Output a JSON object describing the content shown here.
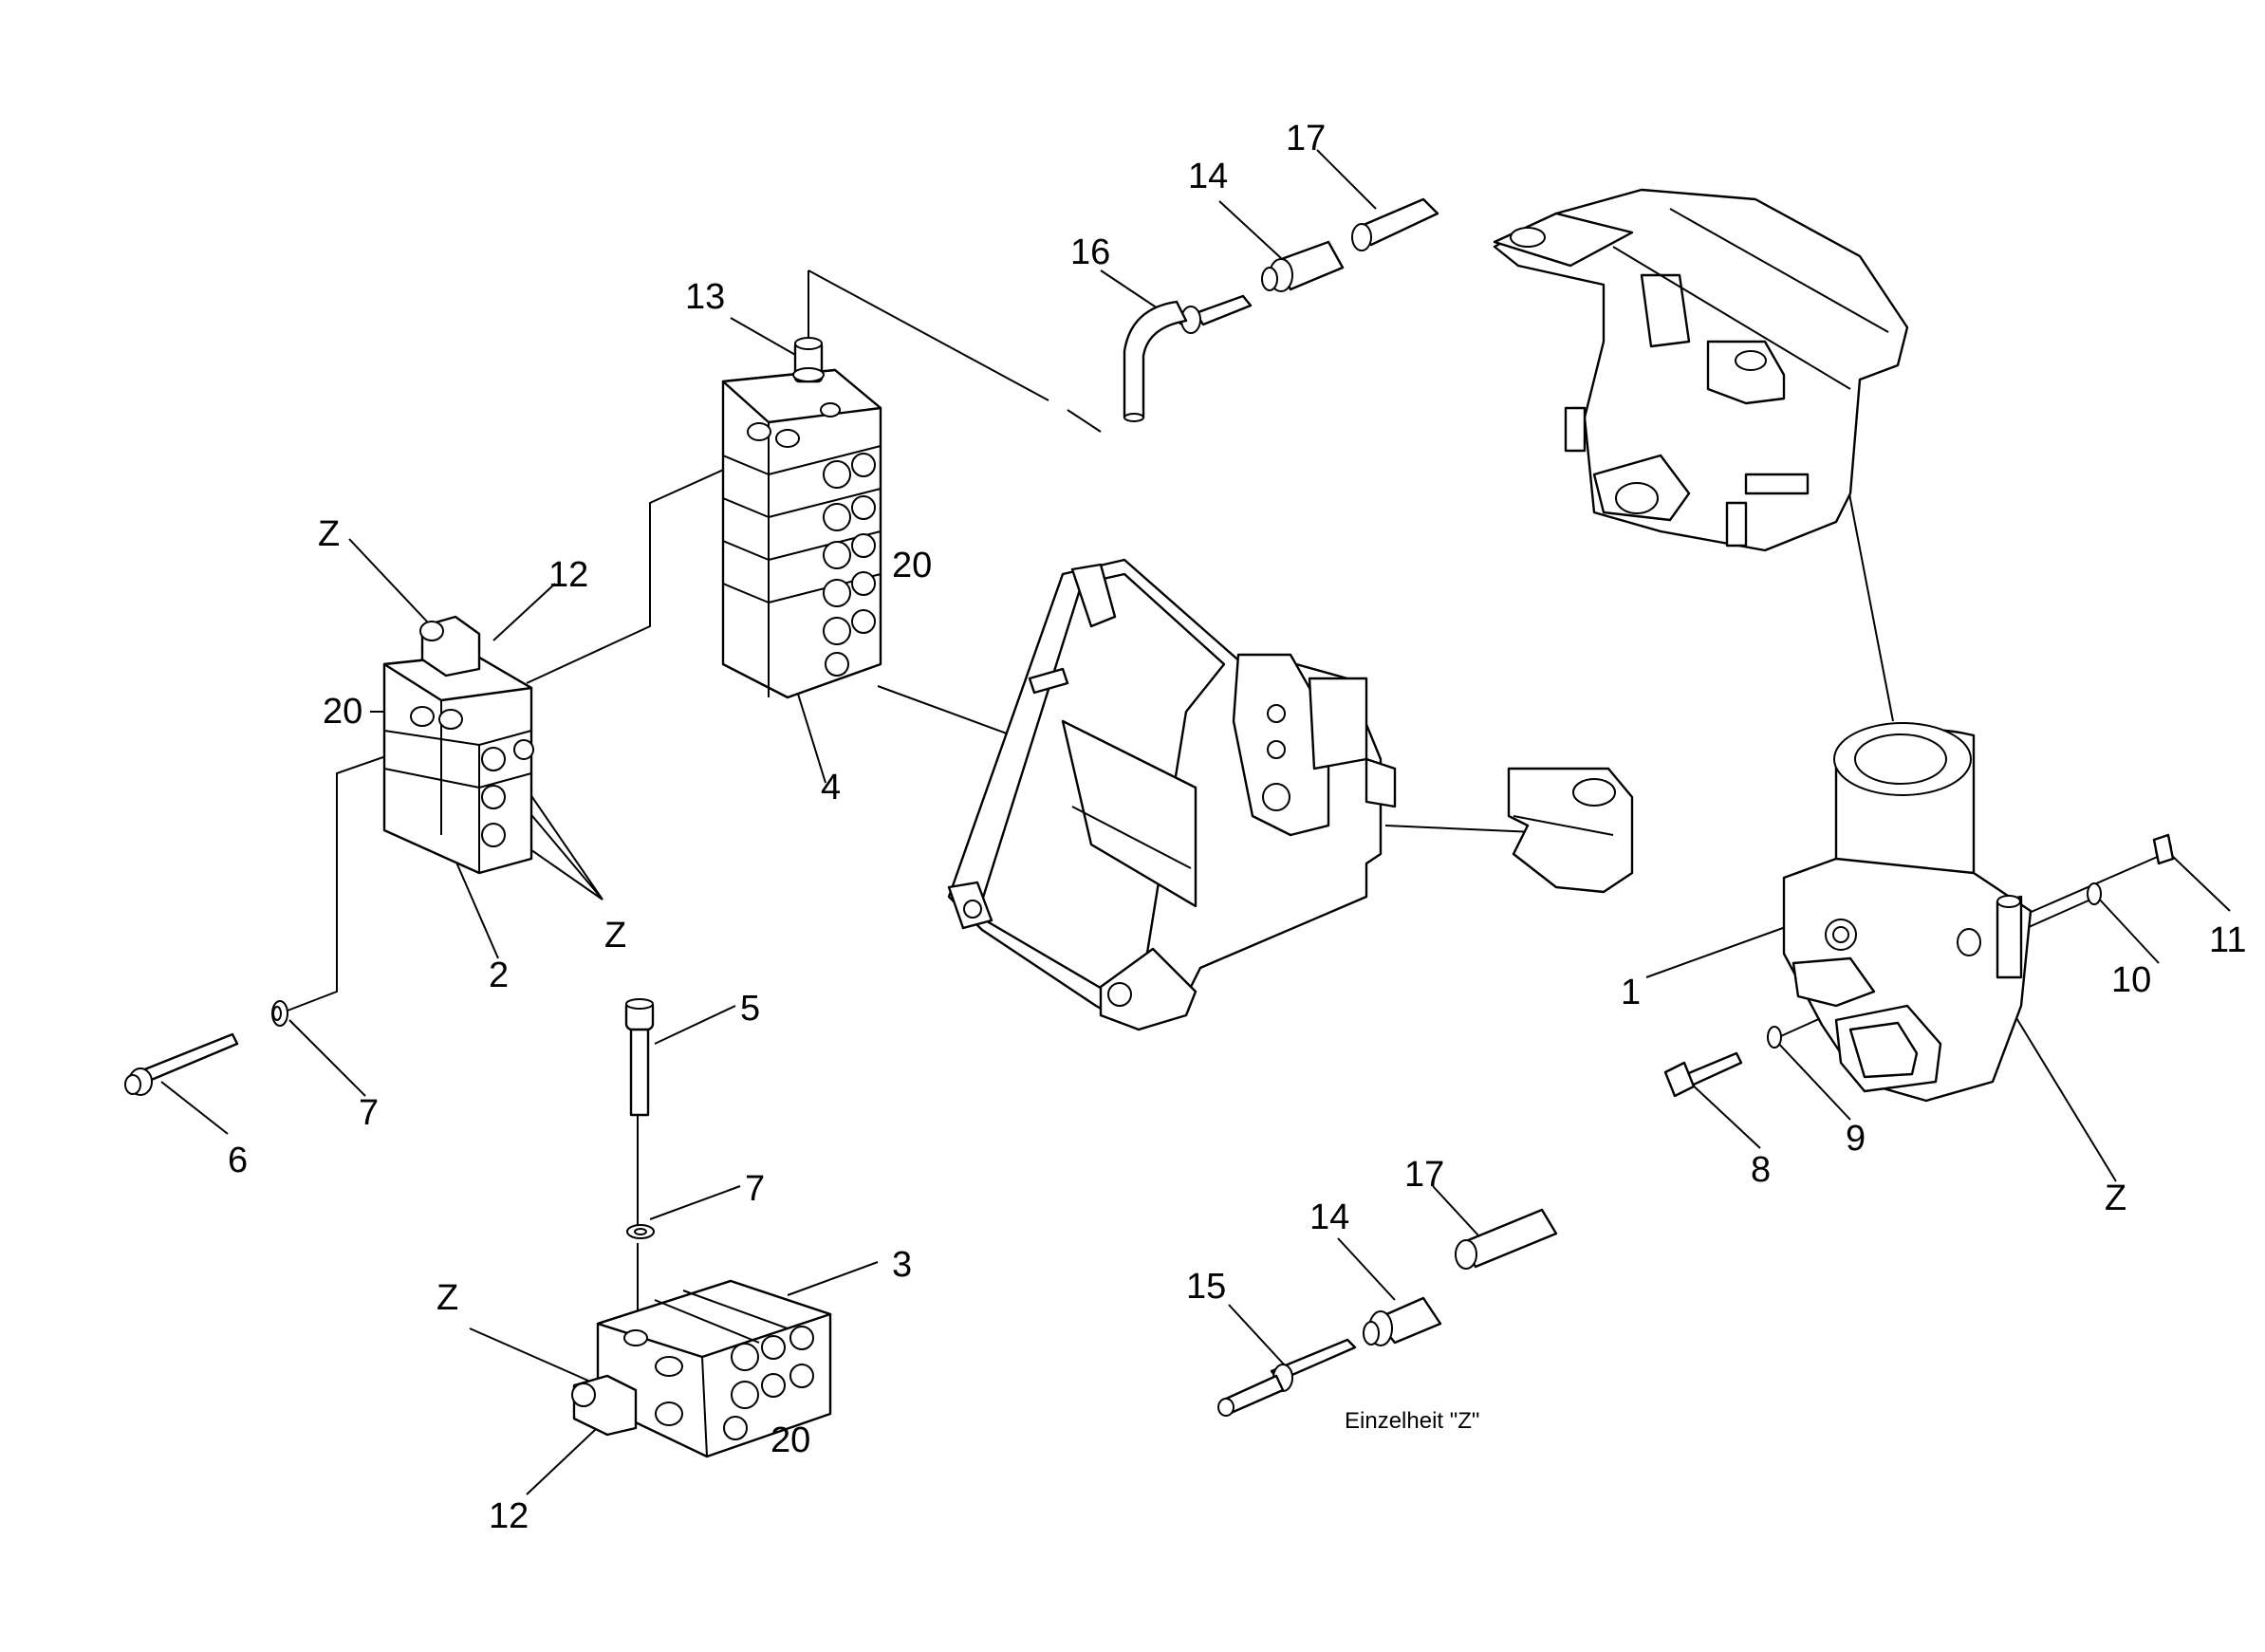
{
  "diagram": {
    "caption": "Einzelheit \"Z\"",
    "callouts": {
      "c1": "1",
      "c2": "2",
      "c3": "3",
      "c4": "4",
      "c5": "5",
      "c6": "6",
      "c7a": "7",
      "c7b": "7",
      "c8": "8",
      "c9": "9",
      "c10": "10",
      "c11": "11",
      "c12a": "12",
      "c12b": "12",
      "c13": "13",
      "c14a": "14",
      "c14b": "14",
      "c15": "15",
      "c16": "16",
      "c17a": "17",
      "c17b": "17",
      "c20a": "20",
      "c20b": "20",
      "c20c": "20",
      "zA": "Z",
      "zB": "Z",
      "zC": "Z",
      "zD": "Z"
    }
  }
}
